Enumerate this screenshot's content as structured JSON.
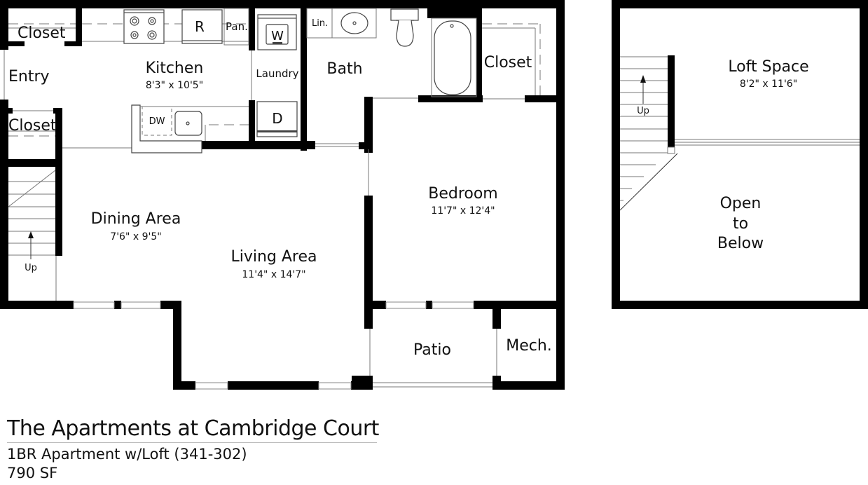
{
  "plan": {
    "main_floor": {
      "rooms": {
        "closet_top": {
          "label": "Closet"
        },
        "entry": {
          "label": "Entry"
        },
        "closet_entry": {
          "label": "Closet"
        },
        "kitchen": {
          "label": "Kitchen",
          "dims": "8'3\" x 10'5\""
        },
        "pantry": {
          "label": "Pan."
        },
        "laundry": {
          "label": "Laundry"
        },
        "linen": {
          "label": "Lin."
        },
        "bath": {
          "label": "Bath"
        },
        "closet_bedroom": {
          "label": "Closet"
        },
        "dining": {
          "label": "Dining Area",
          "dims": "7'6\" x 9'5\""
        },
        "living": {
          "label": "Living Area",
          "dims": "11'4\" x 14'7\""
        },
        "bedroom": {
          "label": "Bedroom",
          "dims": "11'7\" x 12'4\""
        },
        "patio": {
          "label": "Patio"
        },
        "mech": {
          "label": "Mech."
        }
      },
      "appliances": {
        "refrigerator": "R",
        "washer": "W",
        "dryer": "D",
        "dishwasher": "DW"
      },
      "stairs": {
        "label": "Up"
      }
    },
    "loft_floor": {
      "rooms": {
        "loft": {
          "label": "Loft Space",
          "dims": "8'2\" x 11'6\""
        },
        "open_line1": "Open",
        "open_line2": "to",
        "open_line3": "Below"
      },
      "stairs": {
        "label": "Up"
      }
    }
  },
  "footer": {
    "property_name": "The Apartments at Cambridge Court",
    "unit_type": "1BR Apartment w/Loft (341-302)",
    "square_footage": "790 SF"
  },
  "colors": {
    "wall": "#000000",
    "background": "#ffffff",
    "fixture_line": "#444444",
    "thin_line": "#777777"
  }
}
